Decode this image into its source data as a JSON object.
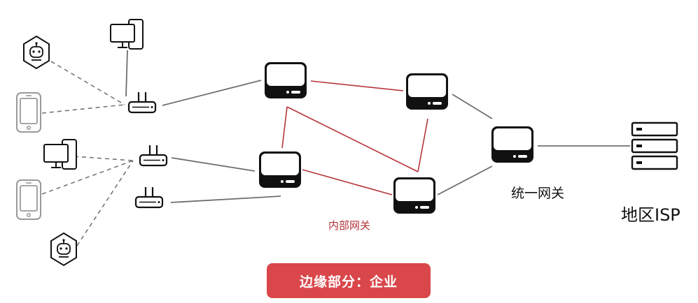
{
  "labels": {
    "unified_gateway": "统一网关",
    "regional_isp": "地区ISP",
    "internal_gateway": "内部网关"
  },
  "banner": {
    "text": "边缘部分：企业"
  },
  "colors": {
    "accent": "#d9474b",
    "internal_link": "#b5343a",
    "link": "#6f6f6f",
    "icon": "#111111",
    "faint_device": "#9a9a9a"
  }
}
